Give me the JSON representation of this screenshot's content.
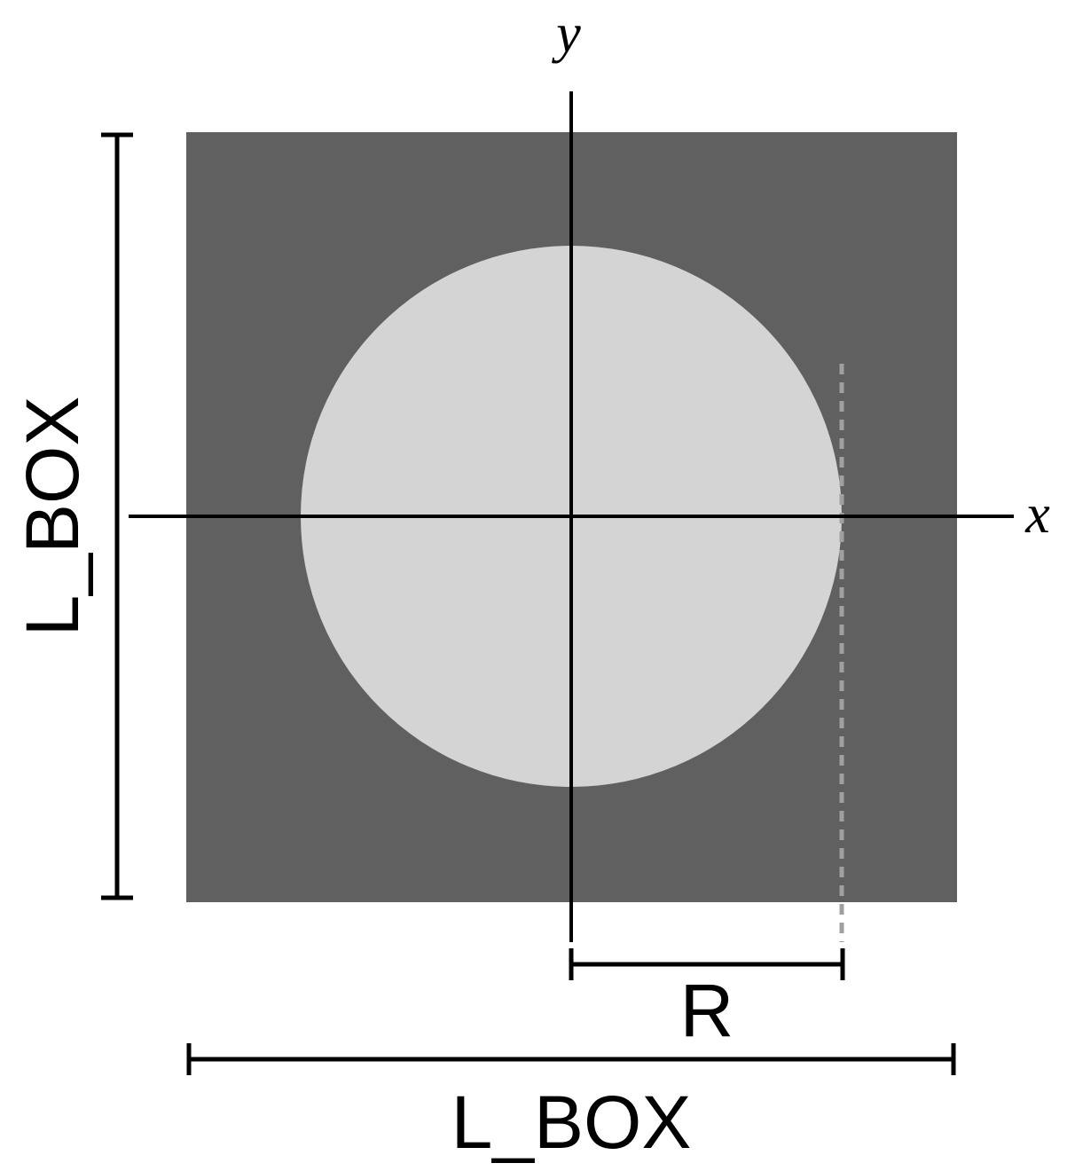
{
  "axes": {
    "x_label": "x",
    "y_label": "y"
  },
  "dimensions": {
    "box_width_label": "L_BOX",
    "box_height_label": "L_BOX",
    "radius_label": "R"
  },
  "colors": {
    "box_fill": "#606060",
    "circle_fill": "#d4d4d4",
    "axis_line": "#000000",
    "radius_guide": "#a0a0a0",
    "background": "#ffffff"
  }
}
